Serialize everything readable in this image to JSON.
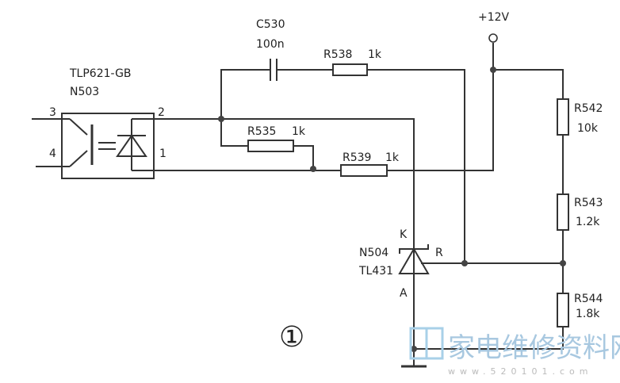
{
  "components": {
    "optocoupler": {
      "part": "TLP621-GB",
      "ref": "N503",
      "pins": [
        "3",
        "4",
        "2",
        "1"
      ]
    },
    "c530": {
      "ref": "C530",
      "value": "100n"
    },
    "r538": {
      "ref": "R538",
      "value": "1k"
    },
    "r535": {
      "ref": "R535",
      "value": "1k"
    },
    "r539": {
      "ref": "R539",
      "value": "1k"
    },
    "r542": {
      "ref": "R542",
      "value": "10k"
    },
    "r543": {
      "ref": "R543",
      "value": "1.2k"
    },
    "r544": {
      "ref": "R544",
      "value": "1.8k"
    },
    "tl431": {
      "ref": "N504",
      "part": "TL431",
      "k": "K",
      "a": "A",
      "r": "R"
    }
  },
  "supply": "+12V",
  "figure_number": "①",
  "watermark": {
    "logo_text": "家电维修资料网",
    "url": "www.520101.com"
  }
}
